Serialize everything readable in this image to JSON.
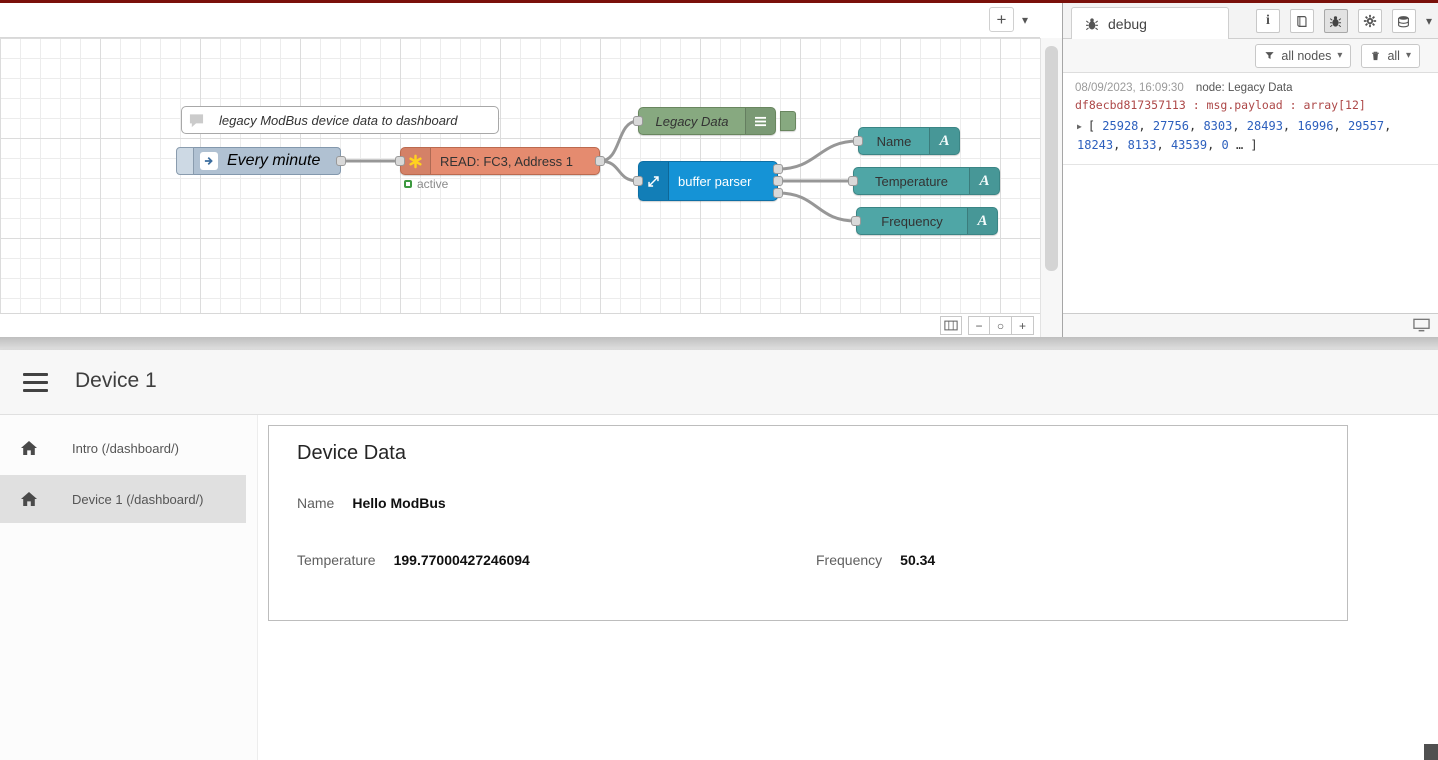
{
  "icons": {
    "plus": "+",
    "caret_down": "▾",
    "minus": "−",
    "circle": "○",
    "info": "i",
    "ui_text": "A",
    "expand_caret": "▶"
  },
  "editor": {
    "nodes": {
      "comment": {
        "label": "legacy ModBus device data to dashboard"
      },
      "inject": {
        "label": "Every minute"
      },
      "modbus": {
        "label": "READ: FC3, Address 1",
        "status": "active"
      },
      "legacy_debug": {
        "label": "Legacy Data"
      },
      "buffer_parser": {
        "label": "buffer parser"
      },
      "ui_name": {
        "label": "Name"
      },
      "ui_temperature": {
        "label": "Temperature"
      },
      "ui_frequency": {
        "label": "Frequency"
      }
    },
    "colors": {
      "inject_node": "#b0c1d2",
      "modbus_node": "#e58b6f",
      "debug_node": "#87a980",
      "parser_node": "#1593d6",
      "ui_text_node": "#4fa6a6",
      "status_active": "#3d9940",
      "wire": "#979797"
    }
  },
  "debug_sidebar": {
    "tab_label": "debug",
    "filter_nodes_label": "all nodes",
    "clear_label": "all",
    "message": {
      "timestamp": "08/09/2023, 16:09:30",
      "node_label": "node: Legacy Data",
      "meta": "df8ecbd817357113 : msg.payload : array[12]",
      "payload_numbers": [
        25928,
        27756,
        8303,
        28493,
        16996,
        29557,
        18243,
        8133,
        43539,
        0
      ],
      "payload_ellipsis": "…"
    }
  },
  "dashboard": {
    "title": "Device 1",
    "sidebar_items": [
      {
        "label": "Intro (/dashboard/)",
        "active": false
      },
      {
        "label": "Device 1 (/dashboard/)",
        "active": true
      }
    ],
    "card": {
      "title": "Device Data",
      "fields": [
        {
          "label": "Name",
          "value": "Hello ModBus"
        },
        {
          "label": "Temperature",
          "value": "199.77000427246094"
        },
        {
          "label": "Frequency",
          "value": "50.34"
        }
      ]
    }
  }
}
